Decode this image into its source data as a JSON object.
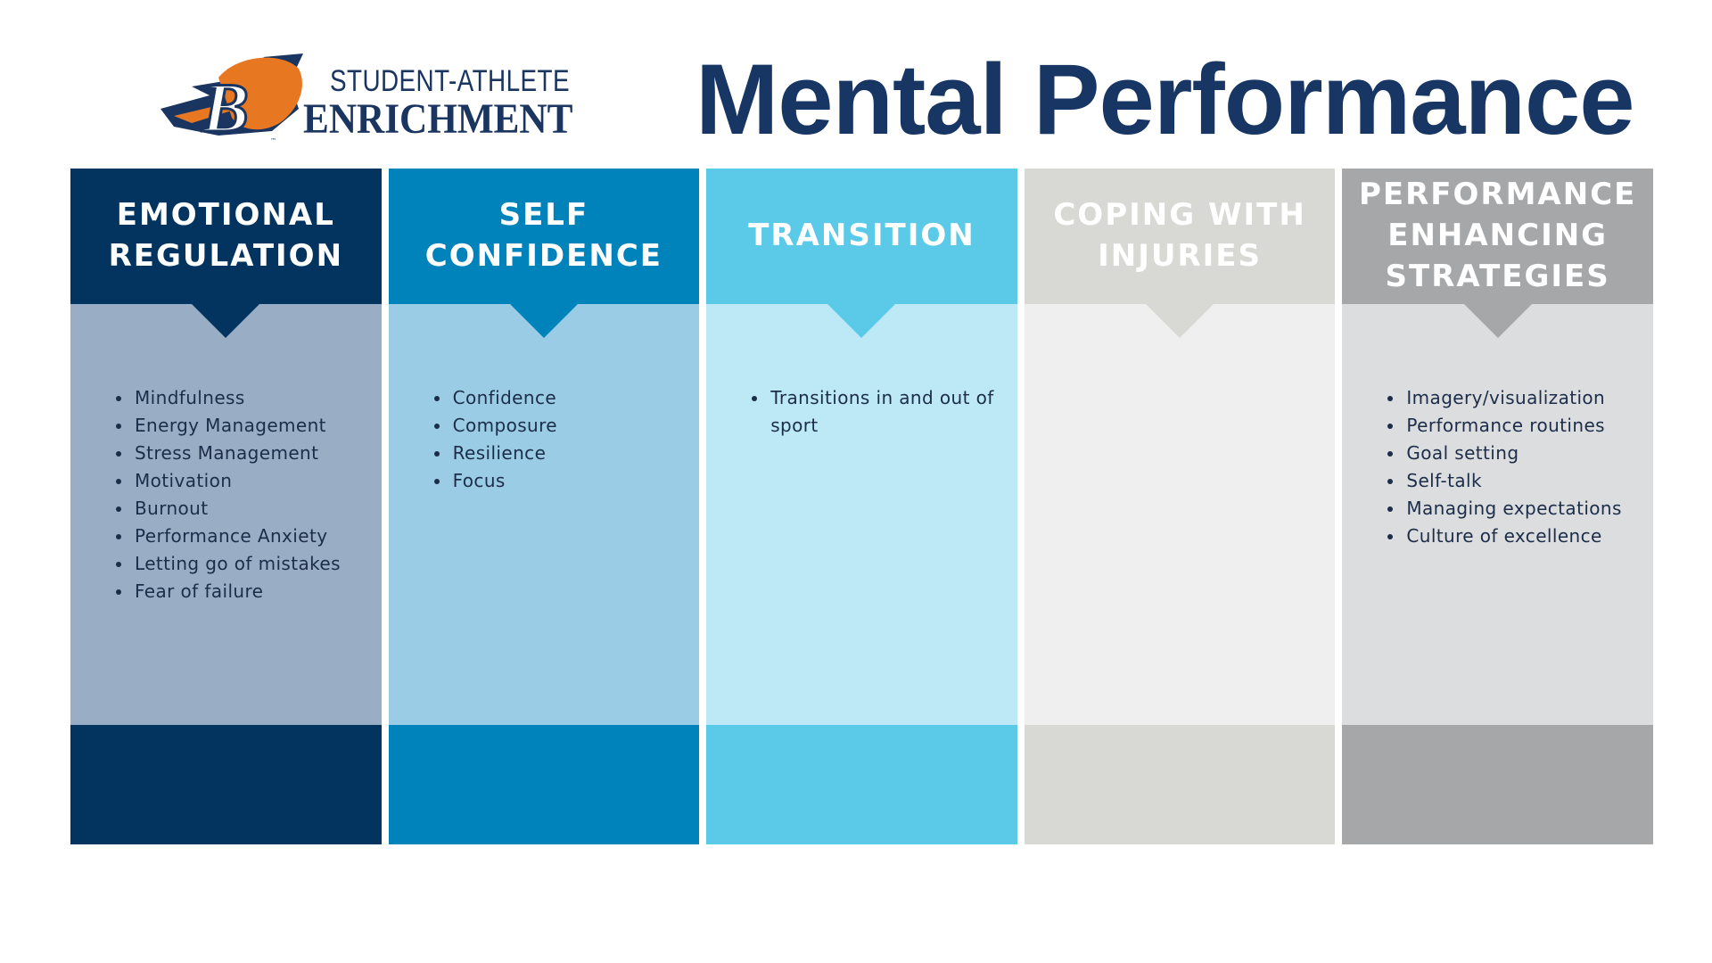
{
  "logo": {
    "line1": "STUDENT-ATHLETE",
    "line2": "ENRICHMENT",
    "mark": "bison-b-logo"
  },
  "title": "Mental Performance",
  "columns": [
    {
      "title": "EMOTIONAL\nREGULATION",
      "head_color": "#03335f",
      "body_color": "#99aec4",
      "foot_color": "#03335f",
      "title_color": "#ffffff",
      "items": [
        "Mindfulness",
        "Energy Management",
        "Stress Management",
        "Motivation",
        "Burnout",
        "Performance Anxiety",
        "Letting go of mistakes",
        "Fear of failure"
      ]
    },
    {
      "title": "SELF\nCONFIDENCE",
      "head_color": "#0082bb",
      "body_color": "#9acde5",
      "foot_color": "#0082bb",
      "title_color": "#ffffff",
      "items": [
        "Confidence",
        "Composure",
        "Resilience",
        "Focus"
      ]
    },
    {
      "title": "TRANSITION",
      "head_color": "#5bcae8",
      "body_color": "#bce9f5",
      "foot_color": "#5bcae8",
      "title_color": "#ffffff",
      "items": [
        "Transitions in and out of sport"
      ]
    },
    {
      "title": "COPING WITH\nINJURIES",
      "head_color": "#d8d9d5",
      "body_color": "#eeefee",
      "foot_color": "#d8d9d5",
      "title_color": "#ffffff",
      "items": []
    },
    {
      "title": "PERFORMANCE\nENHANCING\nSTRATEGIES",
      "head_color": "#a6a7a9",
      "body_color": "#dcdddf",
      "foot_color": "#a6a7a9",
      "title_color": "#ffffff",
      "items": [
        "Imagery/visualization",
        "Performance routines",
        "Goal setting",
        "Self-talk",
        "Managing expectations",
        "Culture of excellence"
      ]
    }
  ]
}
